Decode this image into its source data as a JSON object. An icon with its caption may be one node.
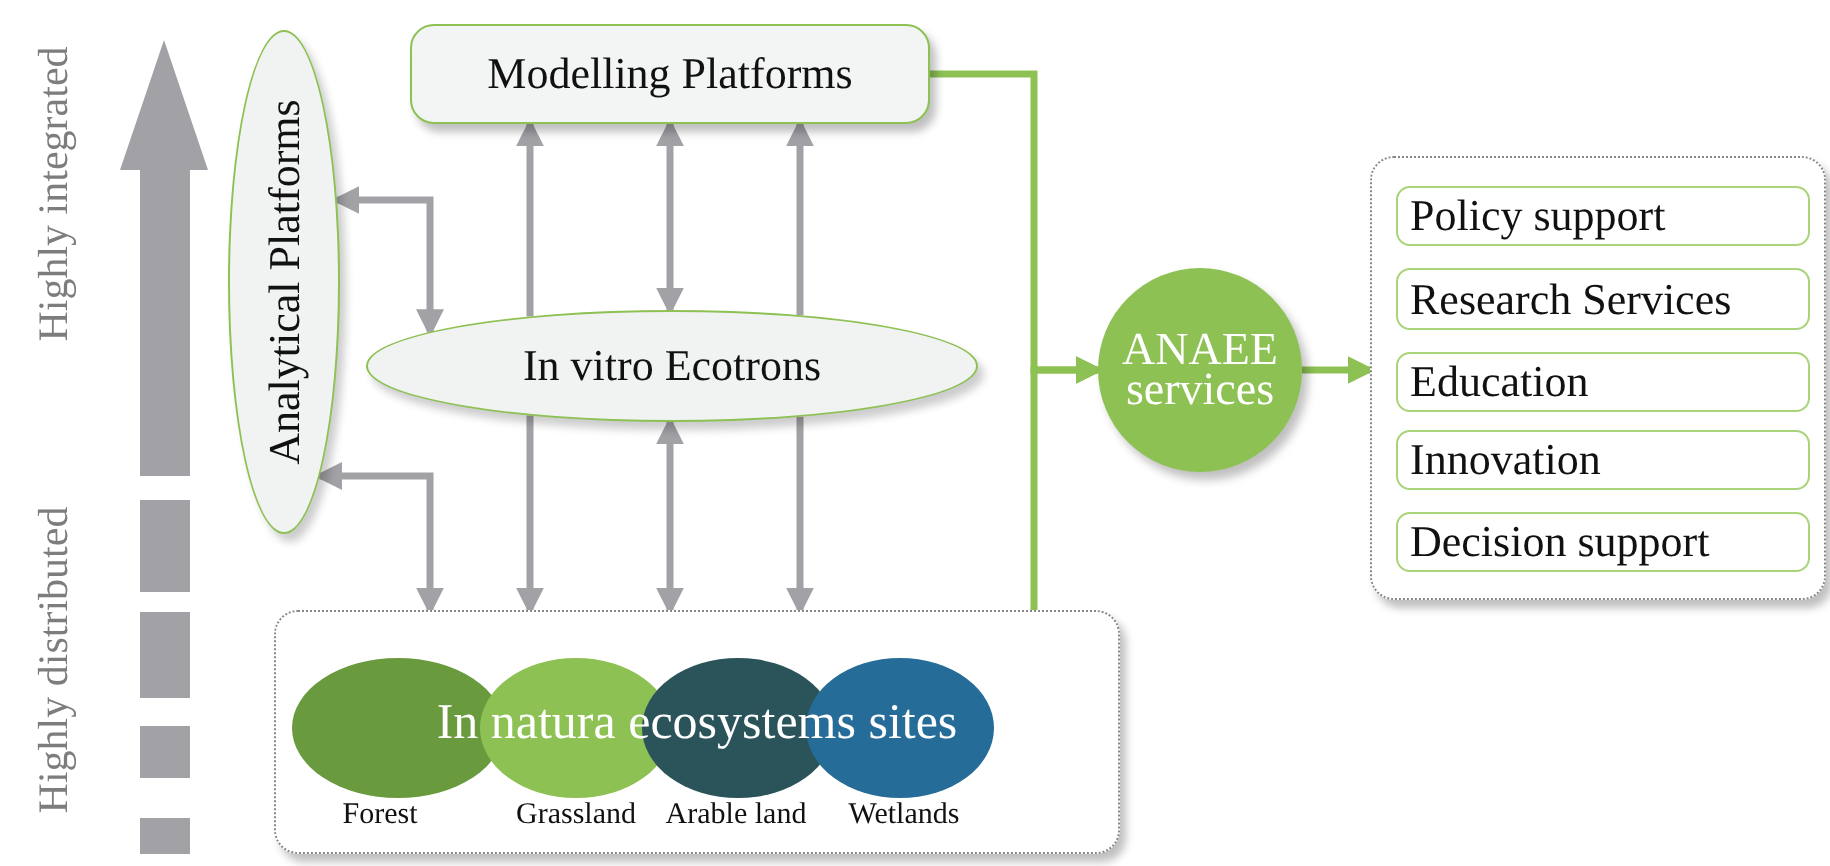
{
  "diagram": {
    "nodes": [
      {
        "text": [
          "Modelling Platforms"
        ]
      },
      {
        "text": [
          "Analytical Platforms"
        ]
      },
      {
        "text": [
          "In vitro Ecotrons"
        ]
      },
      {
        "text": [
          "In natura ecosystems sites"
        ]
      },
      {
        "text": [
          "ANAEE services"
        ]
      },
      {
        "text": [],
        "shape": "box"
      },
      {
        "text": [
          "Policy support"
        ],
        "in": 5
      },
      {
        "text": [
          "Research Services"
        ],
        "in": 5
      },
      {
        "text": [
          "Education"
        ],
        "in": 5
      },
      {
        "text": [
          "Innovation"
        ],
        "in": 5
      },
      {
        "text": [
          "Decision support"
        ],
        "in": 5
      }
    ],
    "edges": [
      {
        "from": 1,
        "to": 2,
        "arrow": "both"
      },
      {
        "from": 1,
        "to": 3,
        "arrow": "both"
      },
      {
        "from": 2,
        "to": 0,
        "arrow": "to"
      },
      {
        "from": 0,
        "to": 2,
        "arrow": "both"
      },
      {
        "from": 2,
        "to": 0,
        "arrow": "to"
      },
      {
        "from": 2,
        "to": 3,
        "arrow": "to"
      },
      {
        "from": 2,
        "to": 3,
        "arrow": "both"
      },
      {
        "from": 2,
        "to": 3,
        "arrow": "to"
      },
      {
        "from": 0,
        "to": 4,
        "arrow": "to",
        "color": "#8dc153"
      },
      {
        "from": 3,
        "to": 4,
        "arrow": "to",
        "color": "#8dc153"
      },
      {
        "from": 4,
        "to": 5,
        "arrow": "to",
        "color": "#8dc153"
      }
    ],
    "labels": [
      "Highly integrated",
      "Highly distributed",
      "Forest",
      "Grassland",
      "Arable land",
      "Wetlands"
    ]
  }
}
